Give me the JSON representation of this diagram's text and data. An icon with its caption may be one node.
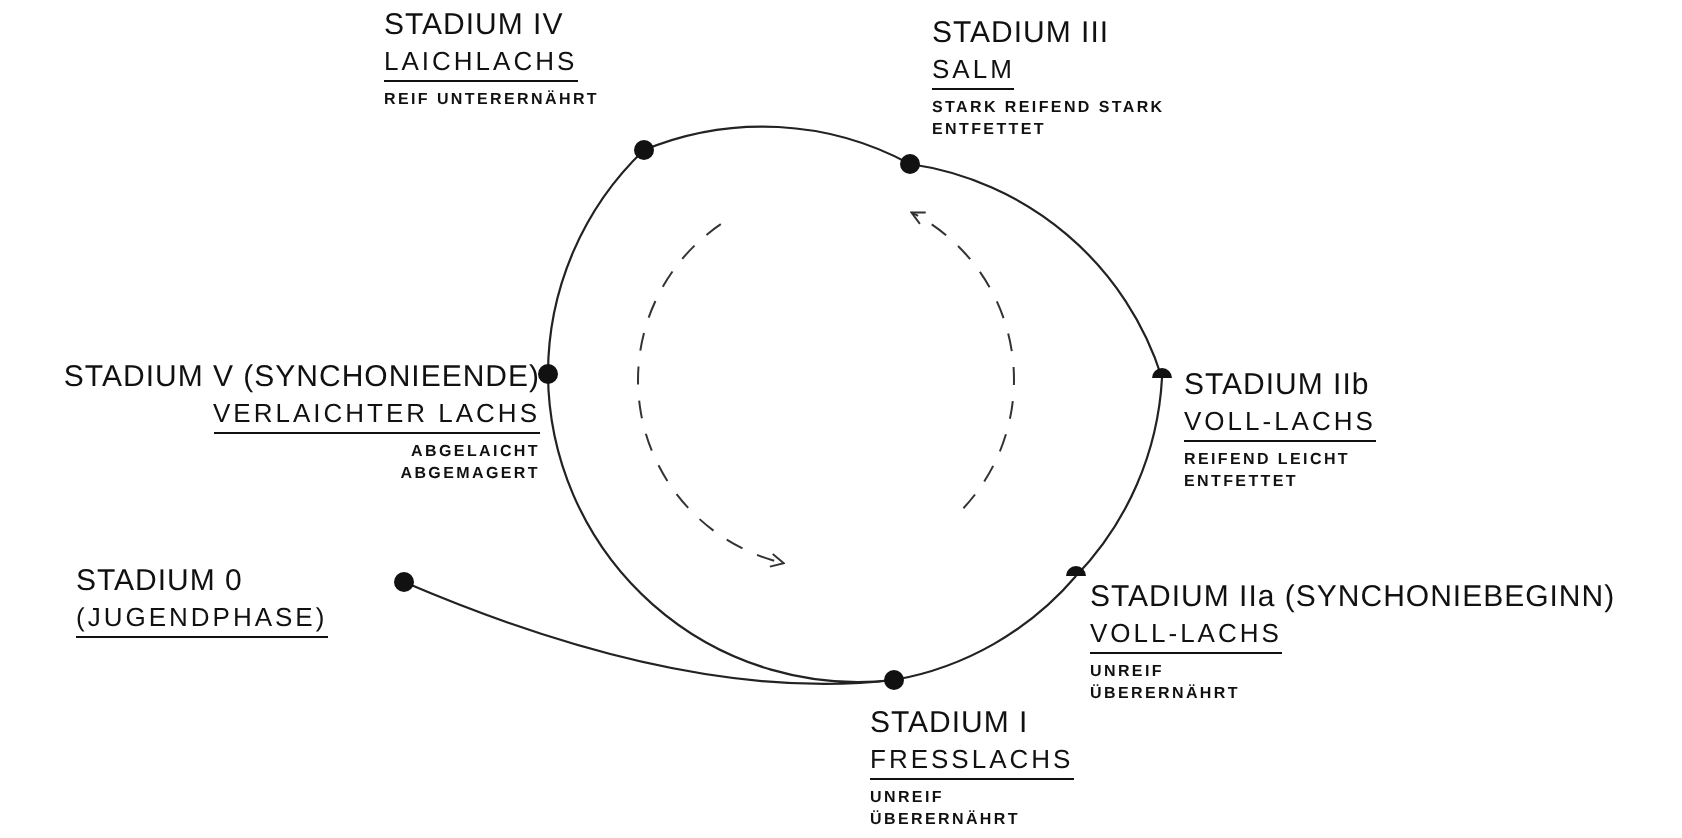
{
  "diagram": {
    "nodes": [
      {
        "text": [
          "STADIUM 0",
          "(JUGENDPHASE)"
        ]
      },
      {
        "text": [
          "STADIUM I",
          "FRESSLACHS",
          "UNREIF ÜBERERNÄHRT"
        ]
      },
      {
        "text": [
          "STADIUM IIa (SYNCHONIEBEGINN)",
          "VOLL-LACHS",
          "UNREIF ÜBERERNÄHRT"
        ]
      },
      {
        "text": [
          "STADIUM IIb",
          "VOLL-LACHS",
          "REIFEND LEICHT ENTFETTET"
        ]
      },
      {
        "text": [
          "STADIUM III",
          "SALM",
          "STARK REIFEND STARK ENTFETTET"
        ]
      },
      {
        "text": [
          "STADIUM IV",
          "LAICHLACHS",
          "REIF UNTERERNÄHRT"
        ]
      },
      {
        "text": [
          "STADIUM V (SYNCHONIEENDE)",
          "VERLAICHTER LACHS",
          "ABGELAICHT ABGEMAGERT"
        ]
      }
    ],
    "edges": [
      {
        "from": 0,
        "to": 1,
        "arrow": "none"
      },
      {
        "from": 1,
        "to": 2,
        "arrow": "none"
      },
      {
        "from": 2,
        "to": 3,
        "arrow": "none"
      },
      {
        "from": 3,
        "to": 4,
        "arrow": "none"
      },
      {
        "from": 4,
        "to": 5,
        "arrow": "none"
      },
      {
        "from": 5,
        "to": 6,
        "arrow": "none"
      },
      {
        "from": 6,
        "to": 1,
        "arrow": "none"
      }
    ]
  }
}
